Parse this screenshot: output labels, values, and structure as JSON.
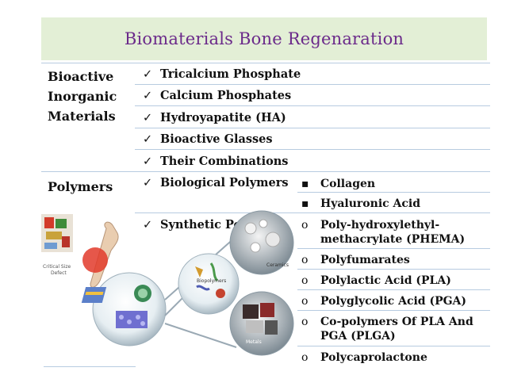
{
  "slide": {
    "title": "Biomaterials Bone Regenaration"
  },
  "categories": [
    {
      "label_lines": [
        "Bioactive",
        "Inorganic",
        "Materials"
      ]
    },
    {
      "label_lines": [
        "Polymers"
      ]
    }
  ],
  "inorganic_items": [
    "Tricalcium Phosphate",
    "Calcium Phosphates",
    "Hydroyapatite (HA)",
    "Bioactive Glasses",
    "Their Combinations"
  ],
  "polymer_groups": [
    {
      "label": "Biological Polymers"
    },
    {
      "label": "Synthetic Polymers"
    }
  ],
  "biological_polymers": [
    "Collagen",
    "Hyaluronic Acid"
  ],
  "synthetic_polymers": [
    [
      "Poly-hydroxylethyl-",
      "methacrylate (PHEMA)"
    ],
    [
      "Polyfumarates"
    ],
    [
      "Polylactic Acid (PLA)"
    ],
    [
      "Polyglycolic Acid (PGA)"
    ],
    [
      "Co-polymers Of PLA And",
      "PGA (PLGA)"
    ],
    [
      "Polycaprolactone"
    ]
  ],
  "figure": {
    "labels": {
      "defect": [
        "Critical Size",
        "Defect"
      ],
      "biopolymers": "Biopolymers",
      "ceramics": "Ceramics",
      "metals": "Metals"
    }
  },
  "symbols": {
    "check": "✓",
    "square_bullet": "▪",
    "circle_bullet": "o"
  },
  "colors": {
    "title_bg": "#e3efd6",
    "title_text": "#6b2a8a",
    "rule_lines": "#b7cbe0"
  }
}
